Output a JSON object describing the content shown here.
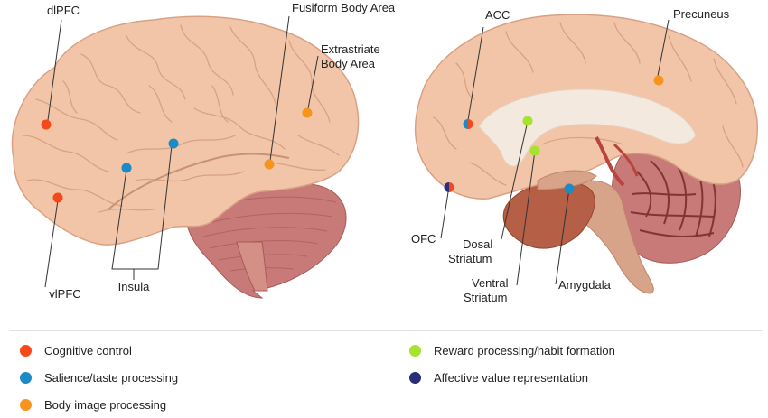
{
  "colors": {
    "cognitive": "#f5481b",
    "salience": "#1b8ac6",
    "body_image": "#f7941d",
    "reward": "#a6e22e",
    "affective": "#272f7a",
    "brain": "#f2c5a8",
    "brain_outline": "#d9a184",
    "cerebellum": "#c87a78",
    "white_matter": "#f4e9de"
  },
  "lateral_view": {
    "labels": {
      "dlpfc": "dlPFC",
      "vlpfc": "vlPFC",
      "insula": "Insula",
      "fusiform": "Fusiform Body Area",
      "extrastriate_1": "Extrastriate",
      "extrastriate_2": "Body Area"
    }
  },
  "medial_view": {
    "labels": {
      "acc": "ACC",
      "precuneus": "Precuneus",
      "ofc": "OFC",
      "dosal_1": "Dosal",
      "dosal_2": "Striatum",
      "ventral_1": "Ventral",
      "ventral_2": "Striatum",
      "amygdala": "Amygdala"
    }
  },
  "legend": [
    {
      "label": "Cognitive control",
      "color": "#f5481b"
    },
    {
      "label": "Salience/taste processing",
      "color": "#1b8ac6"
    },
    {
      "label": "Body image processing",
      "color": "#f7941d"
    },
    {
      "label": "Reward processing/habit formation",
      "color": "#a6e22e"
    },
    {
      "label": "Affective value representation",
      "color": "#272f7a"
    }
  ]
}
